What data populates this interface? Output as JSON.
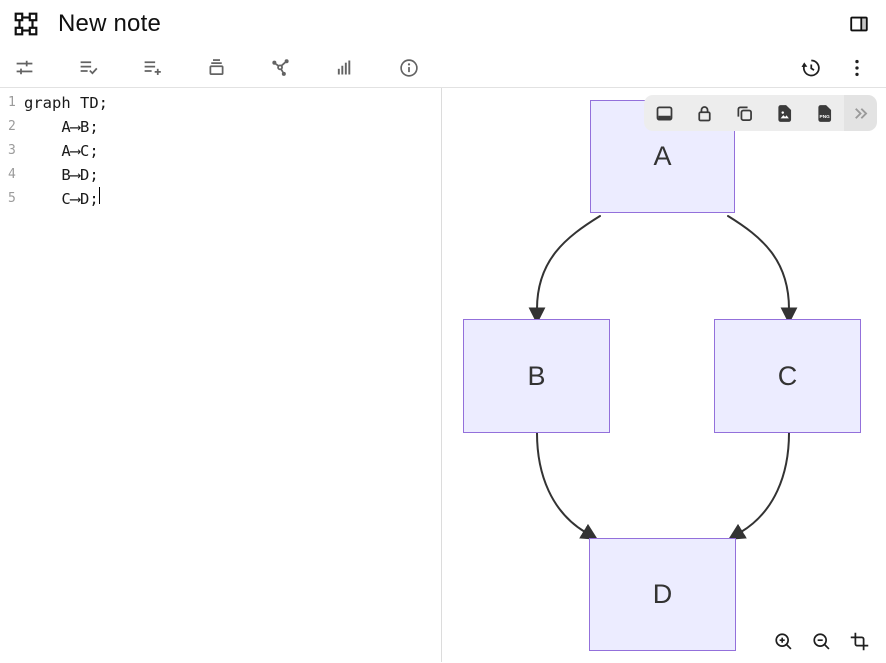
{
  "header": {
    "title": "New note",
    "logo_icon": "frame-selection-icon",
    "panel_toggle_icon": "right-panel-toggle-icon"
  },
  "toolbar": {
    "left_icons": [
      "sliders-icon",
      "list-check-icon",
      "list-add-icon",
      "archive-icon",
      "graph-icon",
      "bar-chart-icon",
      "info-icon"
    ],
    "right_icons": [
      "history-icon",
      "kebab-menu-icon"
    ]
  },
  "editor": {
    "language": "mermaid",
    "lines": [
      {
        "num": "1",
        "text": "graph TD;"
      },
      {
        "num": "2",
        "text": "    A⟶B;"
      },
      {
        "num": "3",
        "text": "    A⟶C;"
      },
      {
        "num": "4",
        "text": "    B⟶D;"
      },
      {
        "num": "5",
        "text": "    C⟶D;"
      }
    ]
  },
  "diagram": {
    "type": "flowchart",
    "direction": "TD",
    "nodes": [
      {
        "id": "A",
        "label": "A"
      },
      {
        "id": "B",
        "label": "B"
      },
      {
        "id": "C",
        "label": "C"
      },
      {
        "id": "D",
        "label": "D"
      }
    ],
    "edges": [
      {
        "from": "A",
        "to": "B"
      },
      {
        "from": "A",
        "to": "C"
      },
      {
        "from": "B",
        "to": "D"
      },
      {
        "from": "C",
        "to": "D"
      }
    ],
    "colors": {
      "node_fill": "#ECECFF",
      "node_border": "#9370DB",
      "edge": "#333333"
    }
  },
  "preview_toolbar": {
    "icons": [
      "panel-bottom-icon",
      "lock-icon",
      "copy-icon",
      "image-file-icon",
      "png-file-icon",
      "chevrons-right-icon"
    ],
    "png_badge": "PNG"
  },
  "zoom_controls": {
    "icons": [
      "zoom-in-icon",
      "zoom-out-icon",
      "crop-icon"
    ]
  }
}
